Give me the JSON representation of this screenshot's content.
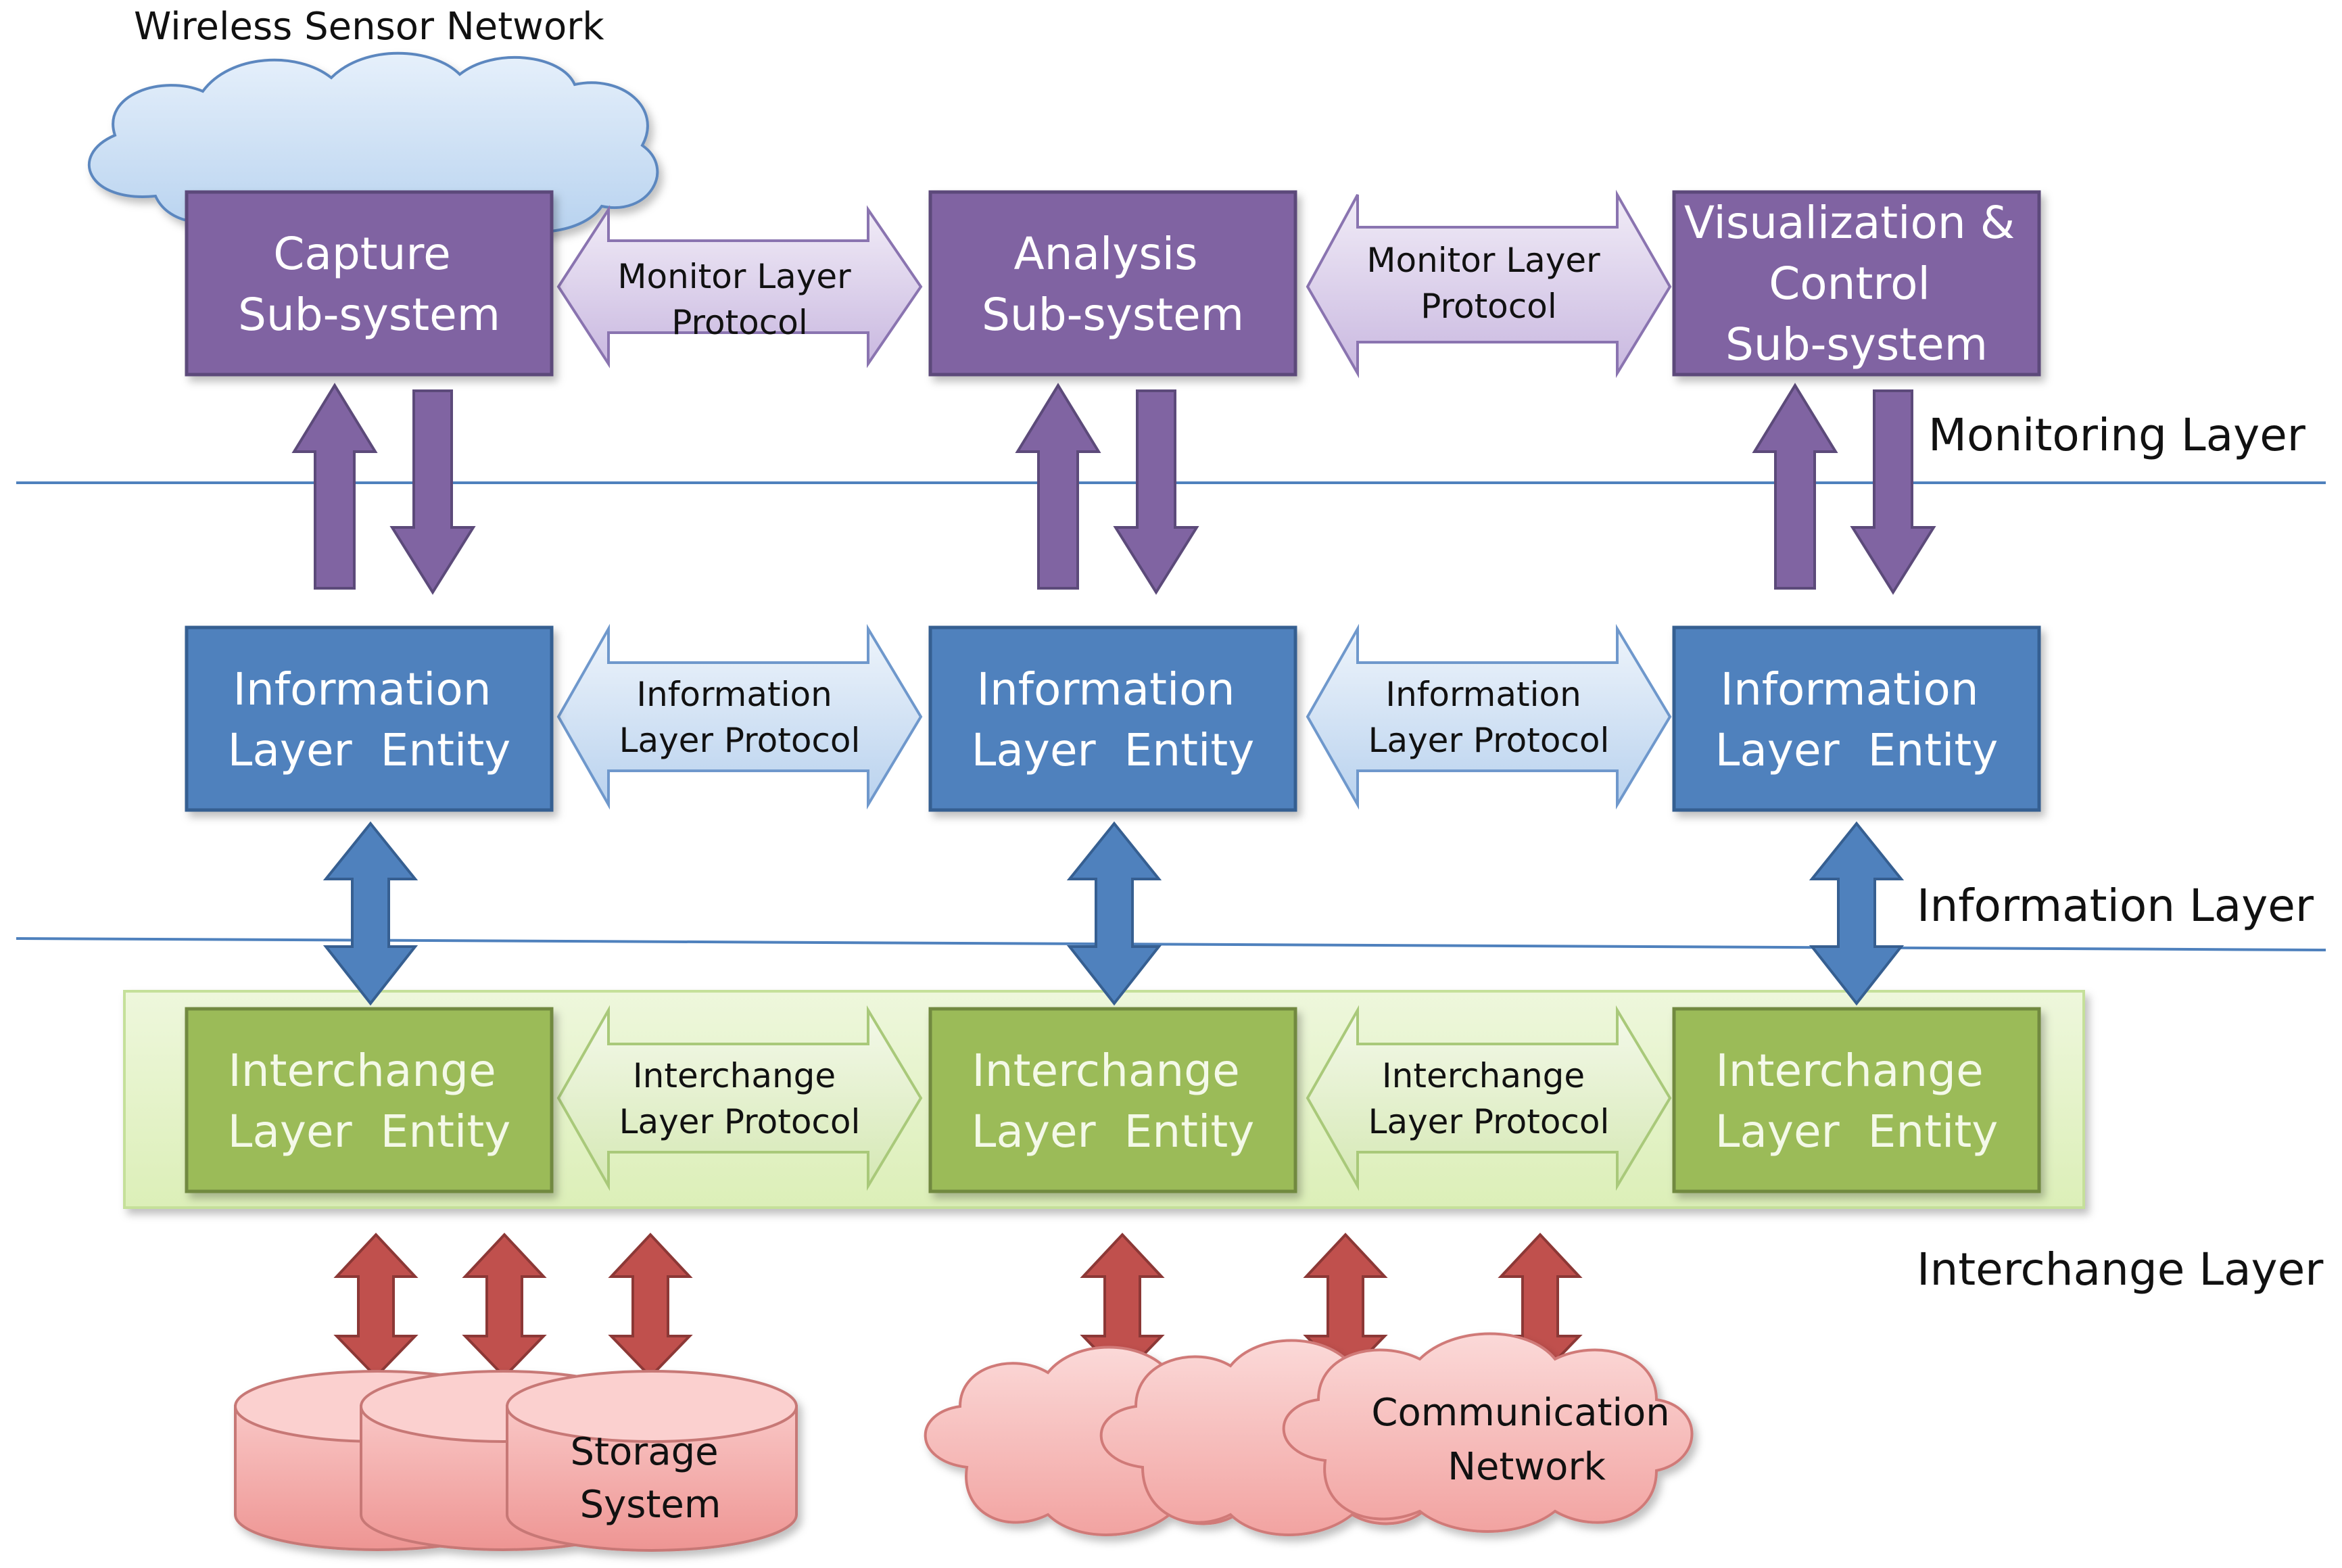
{
  "title": "Wireless Sensor Network",
  "colors": {
    "monitoring": "#8064a2",
    "information": "#4f81bd",
    "interchange": "#9bbb59",
    "storage": "#c0504d",
    "text_on_box": "#ffffff"
  },
  "layers": [
    {
      "label": "Monitoring Layer",
      "entities": [
        {
          "lines": [
            "Capture",
            "Sub-system"
          ]
        },
        {
          "lines": [
            "Analysis",
            "Sub-system"
          ]
        },
        {
          "lines": [
            "Visualization &",
            "Control",
            "Sub-system"
          ]
        }
      ],
      "protocols": [
        {
          "lines": [
            "Monitor Layer",
            "Protocol"
          ]
        },
        {
          "lines": [
            "Monitor Layer",
            "Protocol"
          ]
        }
      ]
    },
    {
      "label": "Information Layer",
      "entities": [
        {
          "lines": [
            "Information",
            "Layer  Entity"
          ]
        },
        {
          "lines": [
            "Information",
            "Layer  Entity"
          ]
        },
        {
          "lines": [
            "Information",
            "Layer  Entity"
          ]
        }
      ],
      "protocols": [
        {
          "lines": [
            "Information",
            "Layer Protocol"
          ]
        },
        {
          "lines": [
            "Information",
            "Layer Protocol"
          ]
        }
      ]
    },
    {
      "label": "Interchange Layer",
      "entities": [
        {
          "lines": [
            "Interchange",
            "Layer  Entity"
          ]
        },
        {
          "lines": [
            "Interchange",
            "Layer  Entity"
          ]
        },
        {
          "lines": [
            "Interchange",
            "Layer  Entity"
          ]
        }
      ],
      "protocols": [
        {
          "lines": [
            "Interchange",
            "Layer Protocol"
          ]
        },
        {
          "lines": [
            "Interchange",
            "Layer Protocol"
          ]
        }
      ]
    }
  ],
  "storage": {
    "lines": [
      "Storage",
      "System"
    ]
  },
  "network": {
    "lines": [
      "Communication",
      "Network"
    ]
  }
}
